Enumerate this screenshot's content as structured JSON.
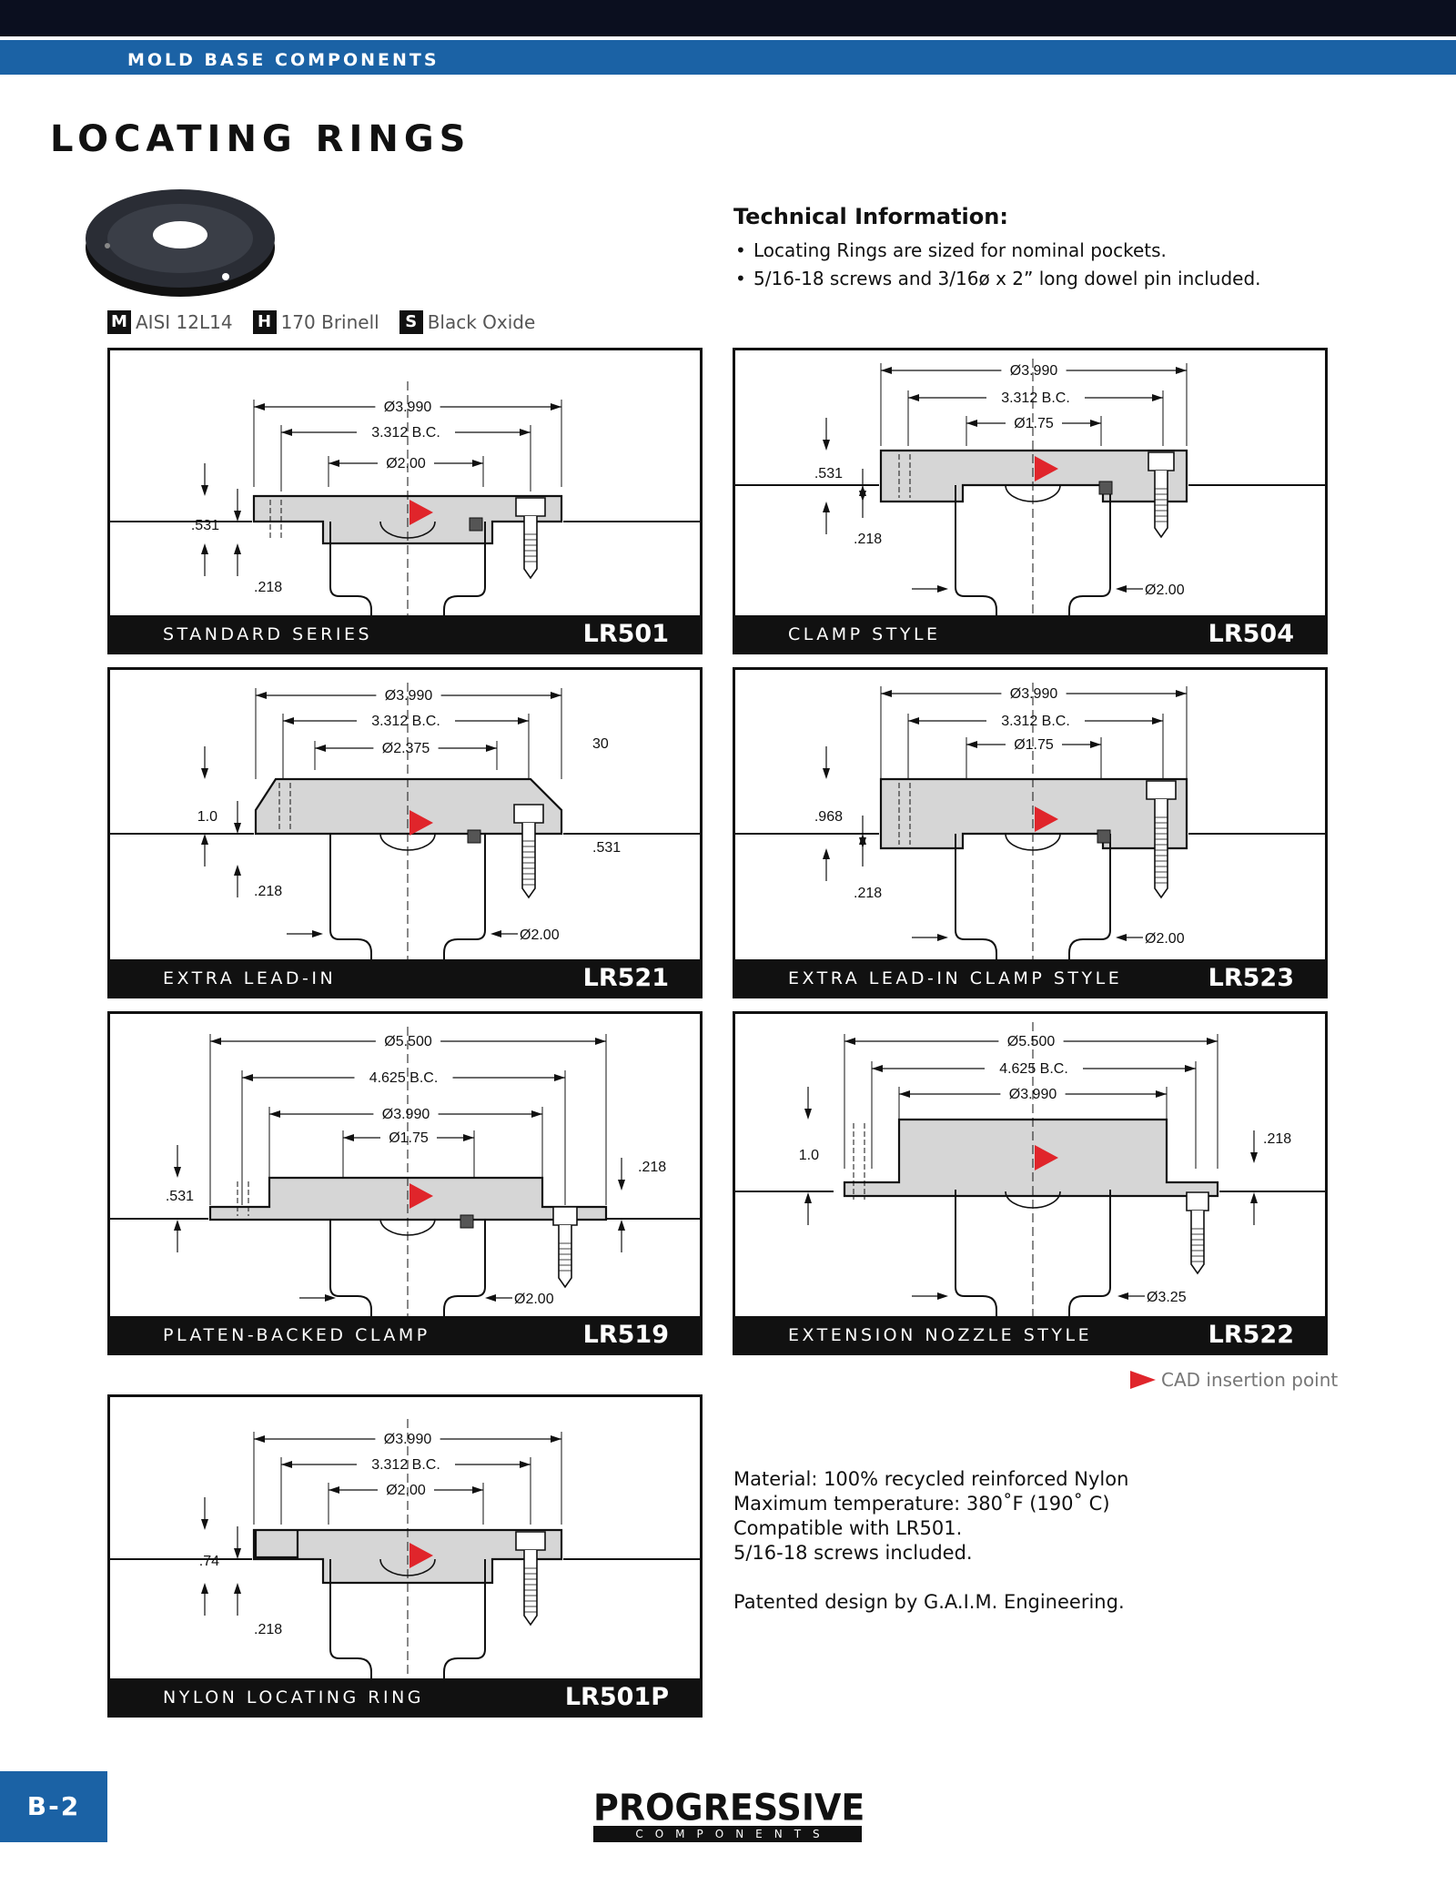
{
  "header": {
    "section": "MOLD BASE COMPONENTS",
    "title": "LOCATING RINGS"
  },
  "materials": [
    {
      "badge": "M",
      "text": "AISI 12L14"
    },
    {
      "badge": "H",
      "text": "170 Brinell"
    },
    {
      "badge": "S",
      "text": "Black Oxide"
    }
  ],
  "technical": {
    "title": "Technical Information:",
    "items": [
      "Locating Rings are sized for nominal pockets.",
      "5/16-18 screws and 3/16ø x 2” long dowel pin included."
    ]
  },
  "panels": [
    {
      "name": "STANDARD SERIES",
      "code": "LR501",
      "dims": [
        "Ø3.990",
        "3.312 B.C.",
        "Ø2.00",
        ".531",
        ".218"
      ]
    },
    {
      "name": "CLAMP STYLE",
      "code": "LR504",
      "dims": [
        "Ø3.990",
        "3.312 B.C.",
        "Ø1.75",
        ".531",
        ".218",
        "Ø2.00"
      ]
    },
    {
      "name": "EXTRA LEAD-IN",
      "code": "LR521",
      "dims": [
        "Ø3.990",
        "3.312 B.C.",
        "Ø2.375",
        "30",
        "1.0",
        ".531",
        ".218",
        "Ø2.00"
      ]
    },
    {
      "name": "EXTRA LEAD-IN CLAMP STYLE",
      "code": "LR523",
      "dims": [
        "Ø3.990",
        "3.312 B.C.",
        "Ø1.75",
        ".968",
        ".218",
        "Ø2.00"
      ]
    },
    {
      "name": "PLATEN-BACKED CLAMP",
      "code": "LR519",
      "dims": [
        "Ø5.500",
        "4.625 B.C.",
        "Ø3.990",
        "Ø1.75",
        ".531",
        ".218",
        "Ø2.00"
      ]
    },
    {
      "name": "EXTENSION NOZZLE STYLE",
      "code": "LR522",
      "dims": [
        "Ø5.500",
        "4.625 B.C.",
        "Ø3.990",
        "1.0",
        ".218",
        "Ø3.25"
      ]
    },
    {
      "name": "NYLON LOCATING RING",
      "code": "LR501P",
      "dims": [
        "Ø3.990",
        "3.312 B.C.",
        "Ø2.00",
        ".74",
        ".218"
      ]
    }
  ],
  "cad_note": "CAD insertion point",
  "nylon_info": {
    "lines": [
      "Material: 100% recycled reinforced Nylon",
      "Maximum temperature: 380˚F (190˚ C)",
      "Compatible with LR501.",
      "5/16-18 screws included."
    ],
    "patent": "Patented design by G.A.I.M. Engineering."
  },
  "footer": {
    "page": "B-2",
    "logo_main": "PROGRESSIVE",
    "logo_sub": "COMPONENTS"
  },
  "colors": {
    "accent_blue": "#1b62a5",
    "cad_red": "#e0252b",
    "part_gray": "#d6d6d6"
  }
}
